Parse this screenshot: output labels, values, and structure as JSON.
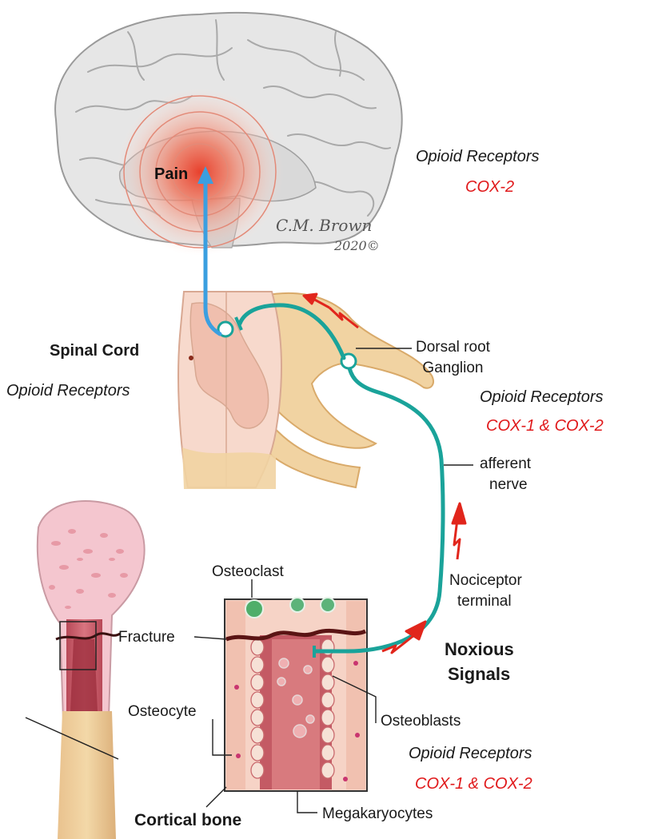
{
  "brain": {
    "pain_label": "Pain",
    "receptors": "Opioid Receptors",
    "cox": "COX-2"
  },
  "signature": {
    "name": "C.M. Brown",
    "year": "2020©"
  },
  "spinal_cord": {
    "title": "Spinal Cord",
    "receptors": "Opioid Receptors"
  },
  "drg": {
    "label_line1": "Dorsal root",
    "label_line2": "Ganglion",
    "receptors": "Opioid Receptors",
    "cox": "COX-1 & COX-2"
  },
  "nerve": {
    "label_line1": "afferent",
    "label_line2": "nerve"
  },
  "nociceptor": {
    "label_line1": "Nociceptor",
    "label_line2": "terminal"
  },
  "noxious": {
    "line1": "Noxious",
    "line2": "Signals"
  },
  "bone": {
    "osteoclast": "Osteoclast",
    "fracture": "Fracture",
    "osteocyte": "Osteocyte",
    "osteoblasts": "Osteoblasts",
    "megakaryocytes": "Megakaryocytes",
    "cortical_bone": "Cortical bone",
    "receptors": "Opioid Receptors",
    "cox": "COX-1 & COX-2"
  },
  "colors": {
    "nerve": "#1aa39a",
    "pain_path": "#3b9fe0",
    "red_text": "#e0191b",
    "arrow_red": "#e1261c"
  }
}
